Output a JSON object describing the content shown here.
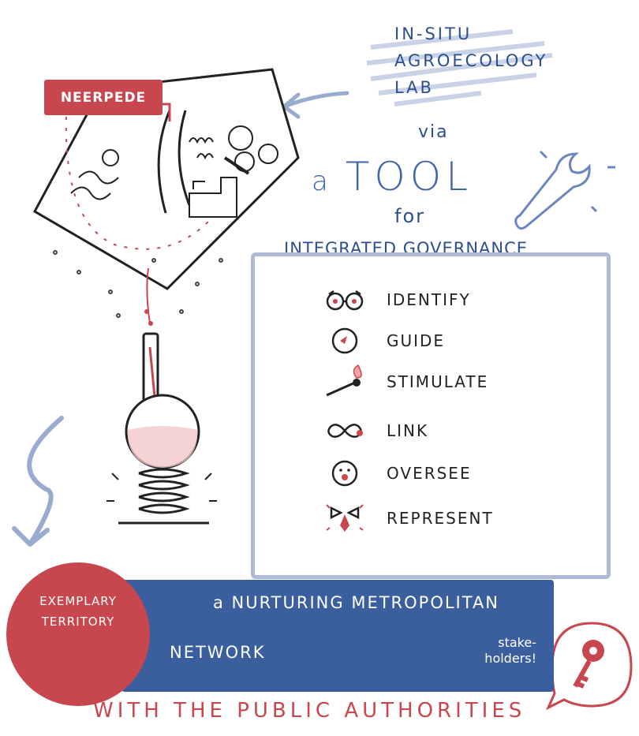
{
  "header": {
    "title_lines": [
      "IN-SITU",
      "AGROECOLOGY",
      "LAB"
    ],
    "via": "via",
    "tool_article": "a",
    "tool": "TOOL",
    "for": "for",
    "governance": "INTEGRATED GOVERNANCE"
  },
  "map_tag": "NEERPEDE",
  "actions": [
    {
      "label": "IDENTIFY",
      "icon": "glasses-icon"
    },
    {
      "label": "GUIDE",
      "icon": "compass-icon"
    },
    {
      "label": "STIMULATE",
      "icon": "match-icon"
    },
    {
      "label": "LINK",
      "icon": "infinity-icon"
    },
    {
      "label": "OVERSEE",
      "icon": "face-icon"
    },
    {
      "label": "REPRESENT",
      "icon": "tie-icon"
    }
  ],
  "territory": {
    "line1": "EXEMPLARY",
    "line2": "TERRITORY"
  },
  "network": {
    "line1": "a NURTURING METROPOLITAN",
    "line2": "NETWORK",
    "stakeholders": [
      "stake-",
      "holders!"
    ]
  },
  "footer": "WITH THE PUBLIC AUTHORITIES",
  "colors": {
    "red": "#c8474e",
    "blue": "#3a5e9e",
    "light_blue": "#aebad6"
  }
}
